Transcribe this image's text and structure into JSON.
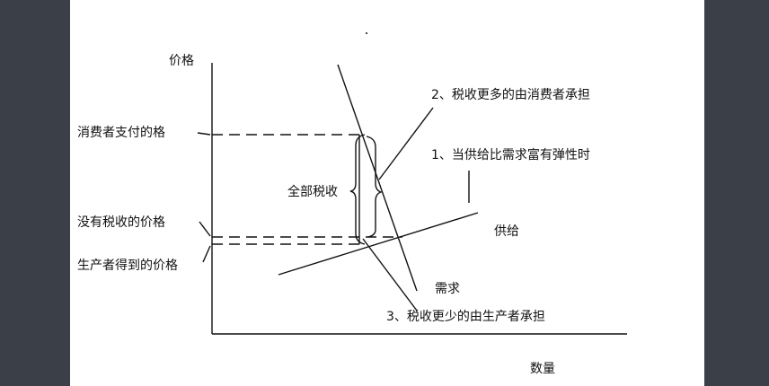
{
  "diagram": {
    "axes": {
      "y_label": "价格",
      "x_label": "数量"
    },
    "price_labels": {
      "consumer_pays": "消费者支付的格",
      "no_tax": "没有税收的价格",
      "producer_gets": "生产者得到的价格"
    },
    "curves": {
      "supply": "供给",
      "demand": "需求"
    },
    "annotations": {
      "total_tax": "全部税收",
      "consumer_burden": "2、税收更多的由消费者承担",
      "condition": "1、当供给比需求富有弹性时",
      "producer_burden": "3、税收更少的由生产者承担"
    },
    "colors": {
      "background": "#3b3f47",
      "canvas": "#ffffff",
      "ink": "#111111"
    }
  }
}
